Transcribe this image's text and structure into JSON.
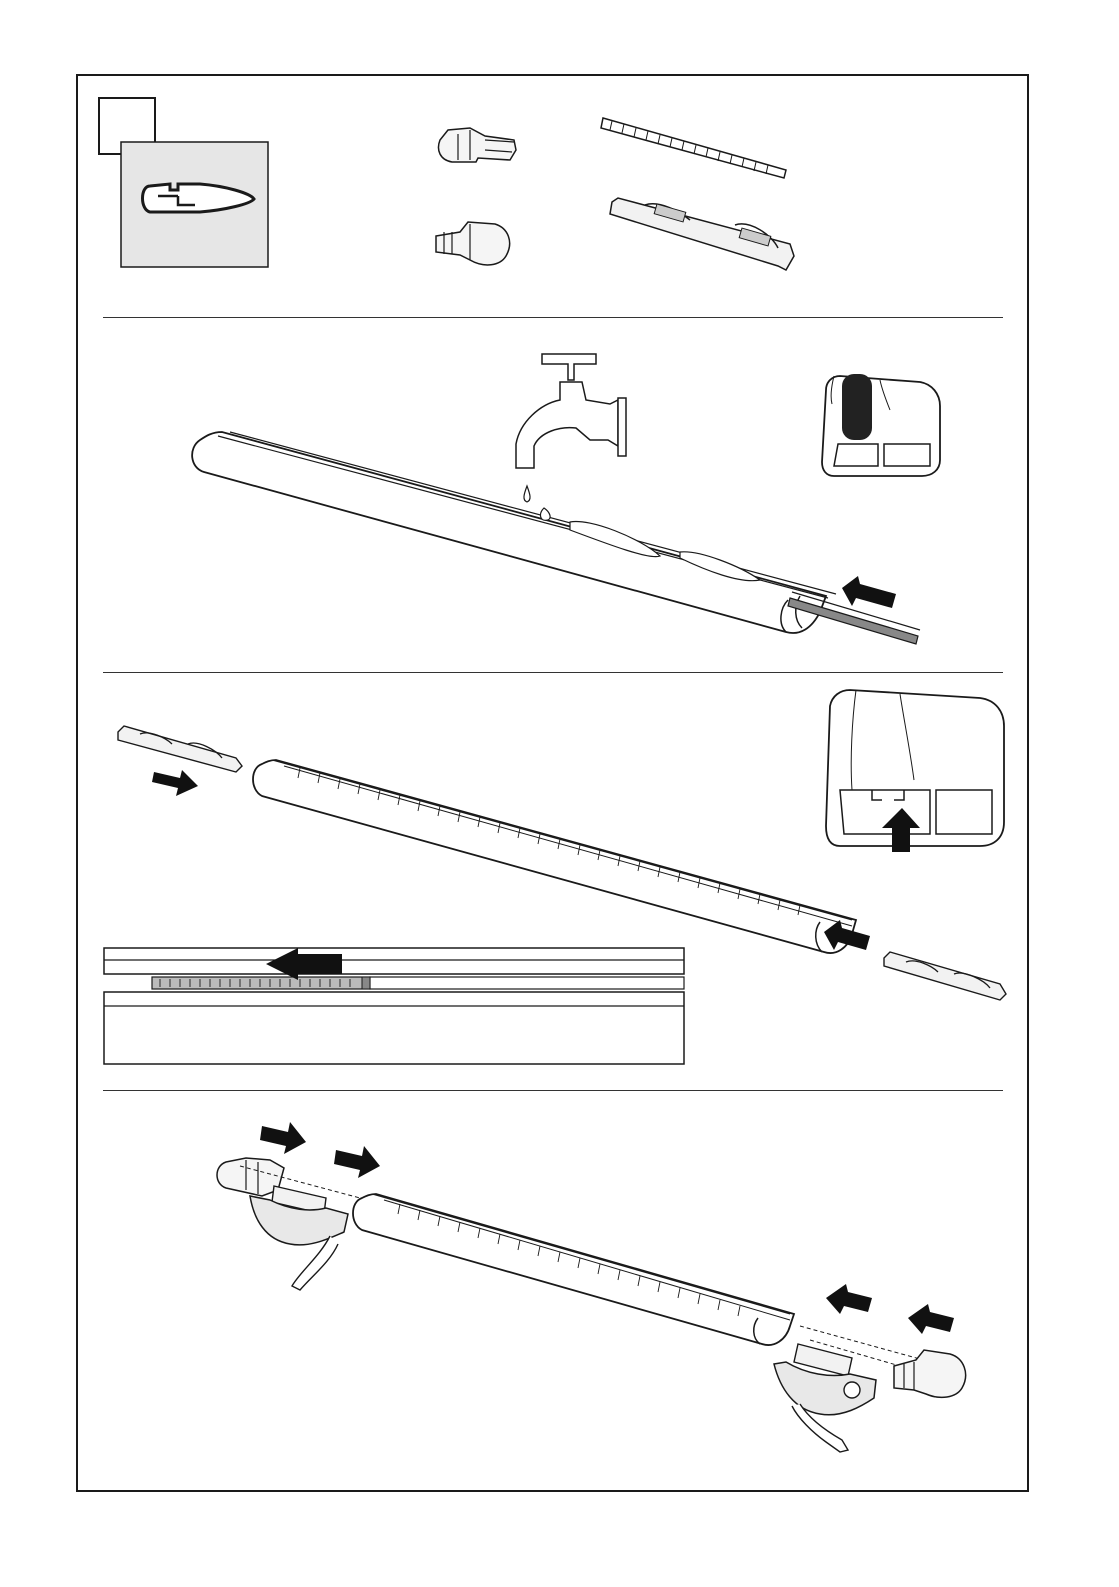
{
  "page": {
    "step_number": ""
  },
  "parts": [
    {
      "name": "end-cap",
      "icon": "end-cap-icon"
    },
    {
      "name": "end-cap-rounded",
      "icon": "end-cap-rounded-icon"
    },
    {
      "name": "rubber-strip",
      "icon": "rubber-strip-icon"
    },
    {
      "name": "t-track-adapter",
      "icon": "t-track-adapter-icon"
    }
  ],
  "colors": {
    "line": "#1a1a1a",
    "panel_gray": "#e6e6e6",
    "arrow": "#111111",
    "bar_fill": "#ffffff"
  }
}
